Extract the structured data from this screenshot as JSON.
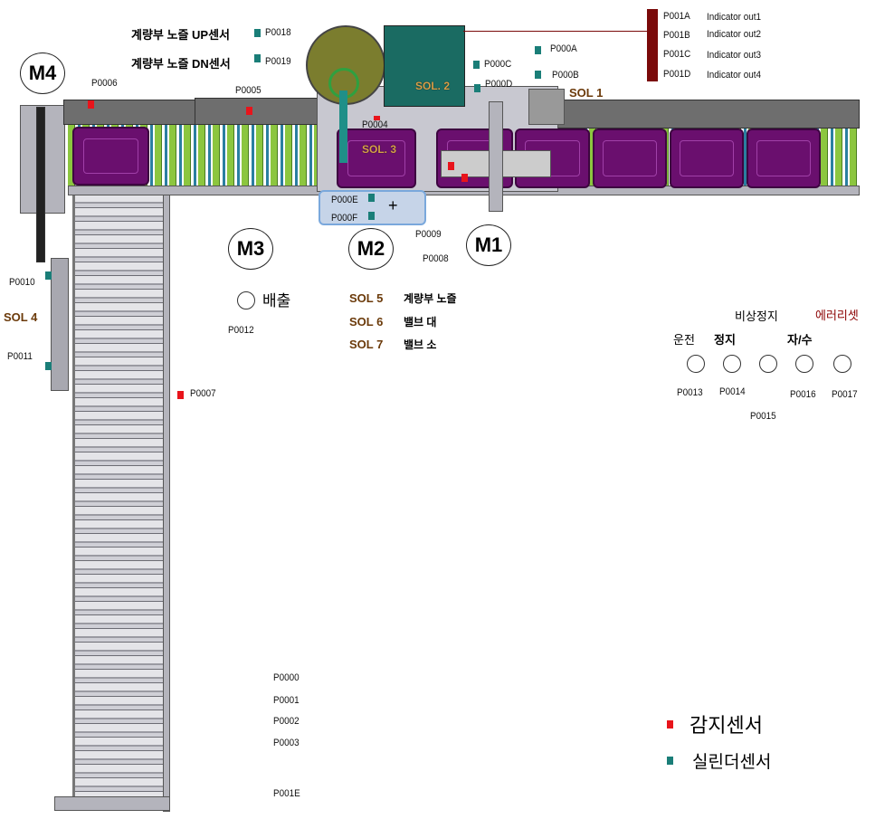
{
  "motors": [
    "M1",
    "M2",
    "M3",
    "M4"
  ],
  "top_sensors": [
    {
      "label": "계량부 노즐 UP센서",
      "code": "P0018"
    },
    {
      "label": "계량부 노즐 DN센서",
      "code": "P0019"
    }
  ],
  "indicators": [
    {
      "code": "P001A",
      "label": "Indicator out1"
    },
    {
      "code": "P001B",
      "label": "Indicator out2"
    },
    {
      "code": "P001C",
      "label": "Indicator out3"
    },
    {
      "code": "P001D",
      "label": "Indicator out4"
    }
  ],
  "points": {
    "p0006": "P0006",
    "p0005": "P0005",
    "p0004": "P0004",
    "p000A": "P000A",
    "p000B": "P000B",
    "p000C": "P000C",
    "p000D": "P000D",
    "p000E": "P000E",
    "p000F": "P000F",
    "p0009": "P0009",
    "p0008": "P0008",
    "p0010": "P0010",
    "p0011": "P0011",
    "p0007": "P0007",
    "p0012": "P0012",
    "p0000": "P0000",
    "p0001": "P0001",
    "p0002": "P0002",
    "p0003": "P0003",
    "p001E": "P001E"
  },
  "solenoids": {
    "sol1": "SOL 1",
    "sol2": "SOL. 2",
    "sol3": "SOL. 3",
    "sol4": "SOL 4"
  },
  "sol_list": [
    {
      "sol": "SOL 5",
      "label": "계량부 노즐"
    },
    {
      "sol": "SOL 6",
      "label": "밸브 대"
    },
    {
      "sol": "SOL 7",
      "label": "밸브 소"
    }
  ],
  "discharge": "배출",
  "panel": {
    "emergency": "비상정지",
    "error_reset": "에러리셋",
    "run": "운전",
    "stop": "정지",
    "auto_manual": "자/수",
    "codes": [
      "P0013",
      "P0014",
      "P0015",
      "P0016",
      "P0017"
    ]
  },
  "legend": {
    "detect": "감지센서",
    "cylinder": "실린더센서"
  },
  "colors": {
    "detect": "#e8141b",
    "cylinder": "#1a7e78",
    "error_reset": "#8b0000",
    "indicator_bar": "#7a0a0a"
  }
}
